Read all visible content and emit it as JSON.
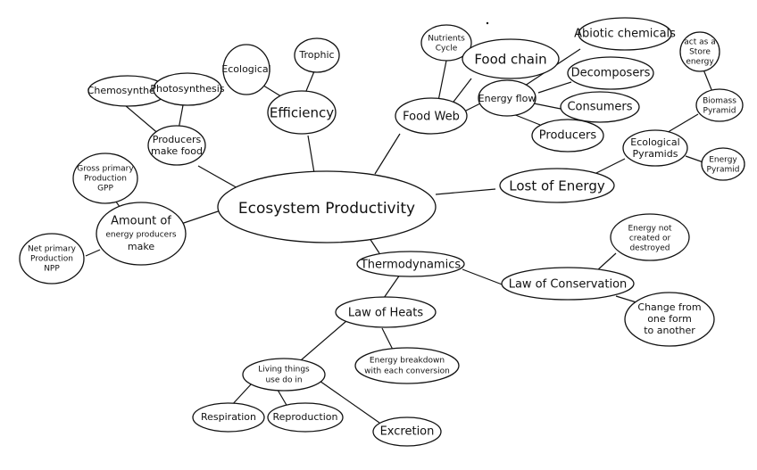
{
  "nodes": {
    "center": "Ecosystem Productivity",
    "producers_make_food": [
      "Producers",
      "make food"
    ],
    "chemosynthesis": "Chemosynthesis",
    "photosynthesis": "Photosynthesis",
    "efficiency": "Efficiency",
    "ecological": "Ecological",
    "trophic": "Trophic",
    "food_web": "Food Web",
    "nutrients_cycle": [
      "Nutrients",
      "Cycle"
    ],
    "food_chain": "Food chain",
    "energy_flow": "Energy flow",
    "abiotic_chemicals": "Abiotic chemicals",
    "decomposers": "Decomposers",
    "consumers": "Consumers",
    "producers": "Producers",
    "lost_of_energy": "Lost of Energy",
    "ecological_pyramids": [
      "Ecological",
      "Pyramids"
    ],
    "biomass_pyramid": [
      "Biomass",
      "Pyramid"
    ],
    "act_as_store_energy": [
      "act as a",
      "Store",
      "energy"
    ],
    "energy_pyramid": [
      "Energy",
      "Pyramid"
    ],
    "amount_energy": [
      "Amount of",
      "energy producers",
      "make"
    ],
    "gpp": [
      "Gross primary",
      "Production",
      "GPP"
    ],
    "npp": [
      "Net primary",
      "Production",
      "NPP"
    ],
    "thermodynamics": "Thermodynamics",
    "law_of_conservation": "Law of Conservation",
    "energy_not_created": [
      "Energy not",
      "created or",
      "destroyed"
    ],
    "change_form": [
      "Change from",
      "one form",
      "to another"
    ],
    "law_of_heats": "Law of Heats",
    "energy_breakdown": [
      "Energy breakdown",
      "with each conversion"
    ],
    "living_things": [
      "Living things",
      "use do in"
    ],
    "respiration": "Respiration",
    "reproduction": "Reproduction",
    "excretion": "Excretion"
  }
}
